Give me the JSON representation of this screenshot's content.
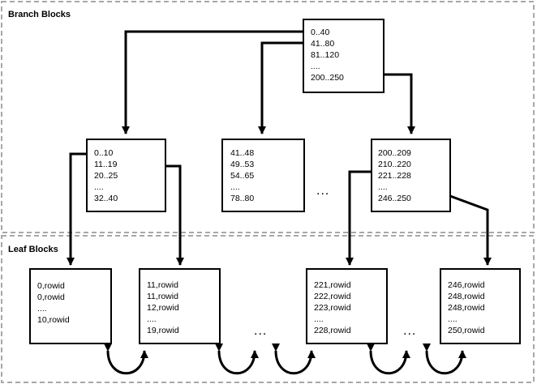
{
  "regions": {
    "branch_title": "Branch Blocks",
    "leaf_title": "Leaf Blocks"
  },
  "root": {
    "lines": [
      "0..40",
      "41..80",
      "81..120",
      "....",
      "200..250"
    ]
  },
  "branches": [
    {
      "lines": [
        "0..10",
        "11..19",
        "20..25",
        "....",
        "32..40"
      ]
    },
    {
      "lines": [
        "41..48",
        "49..53",
        "54..65",
        "....",
        "78..80"
      ]
    },
    {
      "lines": [
        "200..209",
        "210..220",
        "221..228",
        "....",
        "246..250"
      ]
    }
  ],
  "leaves": [
    {
      "lines": [
        "0,rowid",
        "0,rowid",
        "....",
        "10,rowid"
      ]
    },
    {
      "lines": [
        "11,rowid",
        "11,rowid",
        "12,rowid",
        "....",
        "19,rowid"
      ]
    },
    {
      "lines": [
        "221,rowid",
        "222,rowid",
        "223,rowid",
        "....",
        "228,rowid"
      ]
    },
    {
      "lines": [
        "246,rowid",
        "248,rowid",
        "248,rowid",
        "....",
        "250,rowid"
      ]
    }
  ],
  "ellipsis": "...",
  "colors": {
    "region_border": "#a8a8a8",
    "line": "#000000"
  }
}
